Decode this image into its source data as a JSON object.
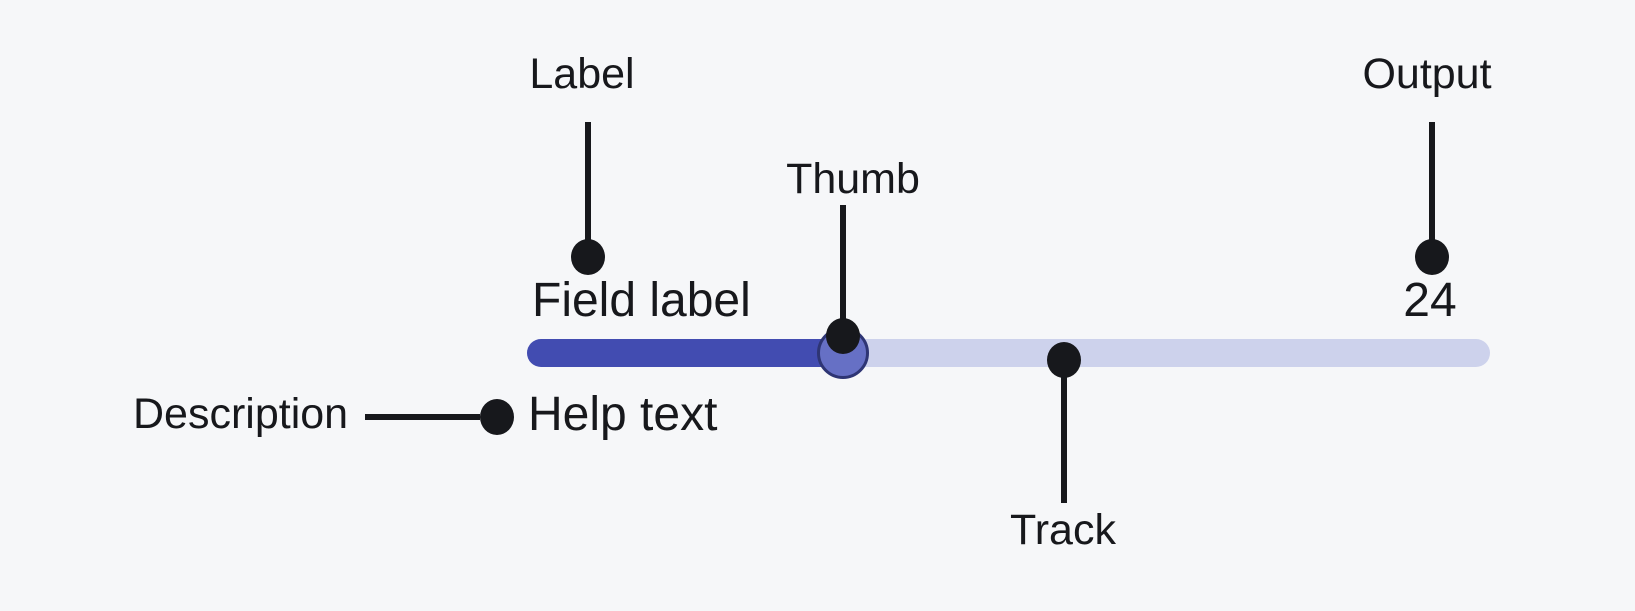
{
  "callouts": {
    "label": "Label",
    "thumb": "Thumb",
    "output": "Output",
    "track": "Track",
    "description": "Description"
  },
  "slider": {
    "field_label": "Field label",
    "output_value": "24",
    "help_text": "Help text",
    "fill_percent": 33
  },
  "colors": {
    "background": "#F6F7F9",
    "callout": "#17181C",
    "track_fill": "#424CB1",
    "track_empty": "#CDD2EC",
    "thumb_fill": "#6670C5",
    "thumb_border": "#2E3574"
  }
}
